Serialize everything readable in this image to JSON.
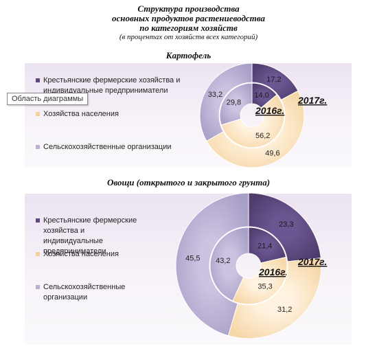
{
  "title": {
    "line1": "Структура производства",
    "line2": "основных продуктов растениеводства",
    "line3": "по категориям хозяйств",
    "subtitle": "(в процентах от хозяйств всех категорий)"
  },
  "tooltip": "Область диаграммы",
  "colors": {
    "farm": "#5e4a7e",
    "households": "#f9e3c2",
    "agri_orgs": "#b9b0d4"
  },
  "chart_data": [
    {
      "type": "pie",
      "subtype": "doughnut",
      "title": "Картофель",
      "categories": [
        "Крестьянские фермерские хозяйства и индивидуальные предприниматели",
        "Хозяйства населения",
        "Сельскохозяйственные организации"
      ],
      "series": [
        {
          "name": "2016г.",
          "ring": "inner",
          "values": [
            14.0,
            56.2,
            29.8
          ],
          "labels": [
            "14,0",
            "56,2",
            "29,8"
          ]
        },
        {
          "name": "2017г.",
          "ring": "outer",
          "values": [
            17.2,
            49.6,
            33.2
          ],
          "labels": [
            "17,2",
            "49,6",
            "33,2"
          ]
        }
      ],
      "legend": "left"
    },
    {
      "type": "pie",
      "subtype": "doughnut",
      "title": "Овощи (открытого и закрытого грунта)",
      "categories": [
        "Крестьянские фермерские хозяйства и индивидуальные предприниматели",
        "Хозяйства населения",
        "Сельскохозяйственные организации"
      ],
      "series": [
        {
          "name": "2016г.",
          "ring": "inner",
          "values": [
            21.4,
            35.3,
            43.2
          ],
          "labels": [
            "21,4",
            "35,3",
            "43,2"
          ]
        },
        {
          "name": "2017г.",
          "ring": "outer",
          "values": [
            23.3,
            31.2,
            45.5
          ],
          "labels": [
            "23,3",
            "31,2",
            "45,5"
          ]
        }
      ],
      "legend": "left"
    }
  ]
}
